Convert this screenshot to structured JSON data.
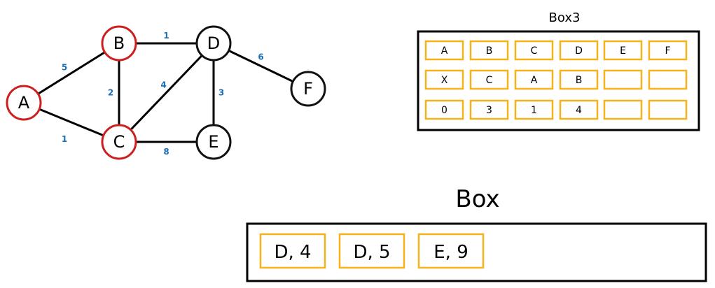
{
  "colors": {
    "node_visited": "#cc1f1f",
    "node_unvisited": "#111111",
    "edge": "#000000",
    "weight_label": "#1a6fb5",
    "cell_border": "#f5b21b",
    "frame": "#000000"
  },
  "graph": {
    "nodes": [
      {
        "id": "A",
        "label": "A",
        "visited": true
      },
      {
        "id": "B",
        "label": "B",
        "visited": true
      },
      {
        "id": "C",
        "label": "C",
        "visited": true
      },
      {
        "id": "D",
        "label": "D",
        "visited": false
      },
      {
        "id": "E",
        "label": "E",
        "visited": false
      },
      {
        "id": "F",
        "label": "F",
        "visited": false
      }
    ],
    "edges": [
      {
        "from": "A",
        "to": "B",
        "weight": "5"
      },
      {
        "from": "A",
        "to": "C",
        "weight": "1"
      },
      {
        "from": "B",
        "to": "C",
        "weight": "2"
      },
      {
        "from": "B",
        "to": "D",
        "weight": "1"
      },
      {
        "from": "C",
        "to": "D",
        "weight": "4"
      },
      {
        "from": "C",
        "to": "E",
        "weight": "8"
      },
      {
        "from": "D",
        "to": "E",
        "weight": "3"
      },
      {
        "from": "D",
        "to": "F",
        "weight": "6"
      }
    ]
  },
  "box3": {
    "title": "Box3",
    "rows": [
      [
        "A",
        "B",
        "C",
        "D",
        "E",
        "F"
      ],
      [
        "X",
        "C",
        "A",
        "B",
        "",
        ""
      ],
      [
        "0",
        "3",
        "1",
        "4",
        "",
        ""
      ]
    ]
  },
  "box": {
    "title": "Box",
    "items": [
      "D, 4",
      "D, 5",
      "E, 9"
    ]
  }
}
